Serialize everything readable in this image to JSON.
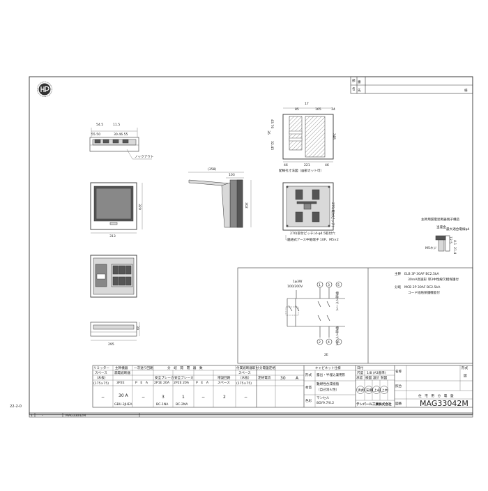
{
  "drawing": {
    "side_margin_code": "22-2-0",
    "revision_header": {
      "row1_label": "部",
      "row1_label_b": "番",
      "row2_label": "名",
      "row2_label_b": "先",
      "row2_value": "様"
    },
    "bottom_strip": {
      "c1": "1",
      "c2": "-",
      "c3": "MAG33042M"
    }
  },
  "dims": {
    "top_view": {
      "d1": "54.5",
      "d2": "11.5",
      "d3": "55.50",
      "d4": "30.46.55",
      "knockout": "ノックアウト"
    },
    "front_view": {
      "width": "313",
      "height": "320"
    },
    "side_view": {
      "d1": "(358)",
      "d2": "103",
      "height": "302"
    },
    "bottom_view": {
      "width": "295",
      "height": "30"
    },
    "ko_view": {
      "d1": "85",
      "d2": "17",
      "d3": "165",
      "d4": "34",
      "v1": "36",
      "v2": "43.76",
      "v3": "248",
      "v4": "32.45",
      "h1": "46",
      "h2": "221",
      "h3": "46",
      "caption": "配線孔寸法図（▨部カット可）"
    },
    "mount_view": {
      "d1": "275(取付ピッチ)",
      "d2": "270(取付ピッチ)",
      "holes": "4-φ4.5取付穴",
      "earth": "連絡式アース中継端子 10P、M5×2"
    },
    "terminal": {
      "title": "主幹用漏電遮断器端子構造",
      "l1": "当座金",
      "l2": "最大適合電線φ4",
      "l3": "M5ネジ",
      "d1": "12.5",
      "d2": "4.1",
      "d3": "21.4"
    }
  },
  "circuit": {
    "source": "1φ3W",
    "voltage": "100/200V",
    "node_top": [
      "1",
      "3",
      "5"
    ],
    "node_bottom": [
      "2",
      "4",
      "6"
    ],
    "space1": "増設スペース",
    "space2": "増設スペース",
    "label_2e": "2E"
  },
  "spec": {
    "main_label": "主幹",
    "main_line1": "ELB 3P 30AF BC2.5kA",
    "main_line2": "30mA高速形 単3中性線欠相保護付",
    "branch_label": "分岐",
    "branch_line1": "MCB 2P 30AF BC2.5kA",
    "branch_line2": "コード短絡保護機能付"
  },
  "table": {
    "h_limiter": "リミッター",
    "h_limiter_sub": "スペース",
    "h_limiter_sub2": "（木板）",
    "h_limiter_size": "(175×75)",
    "h_main": "主幹機器",
    "h_main_sub": "漏電遮断器",
    "h_main_code": "3P2E",
    "h_lightning": "一次送り回路",
    "h_pe": "P　E　A",
    "h_branch": "分　岐　開　閉　器　数",
    "h_b1": "安全ブレーカ",
    "h_b1_code": "2P1E 20A",
    "h_b2": "安全ブレーカ",
    "h_b2_code": "2P2E 20A",
    "h_b3": "P　E　A",
    "h_b4": "増設回路",
    "h_b4_sub": "スペース",
    "h_add": "付属遮断器取付",
    "h_add_sub": "スペース",
    "h_add_sub2": "（木板）",
    "h_add_size": "(175×75)",
    "h_rated": "分電盤定格",
    "h_rated_sub": "定格電流",
    "rated_value": "30",
    "rated_unit": "A",
    "h_cabinet": "キャビネット仕様",
    "cab_type_label": "形式",
    "cab_type_value": "露出・半埋込兼用形",
    "cab_mat_label": "材質",
    "cab_mat_value": "難燃性合成樹脂",
    "cab_mat_value2": "（自己消火性）",
    "cab_color_label": "色彩",
    "cab_color_value": "マンセル",
    "cab_color_value2": "8GY9.7/0.2",
    "date_label": "日付",
    "scale_label": "尺度",
    "scale_value": "1/8 (A3基準)",
    "check1": "承認",
    "check2": "検図",
    "check3": "設計",
    "check4": "製図",
    "seal1": "清井",
    "seal2": "安藤",
    "seal3": "上永",
    "seal4": "上木",
    "company": "テンパール工業株式会社",
    "name_label": "名称",
    "name_value": "住　宅　用　分　電　盤",
    "figno_label": "図番",
    "figno_value": "MAG33042M",
    "form_label": "図",
    "form_label2": "形式",
    "ref_label": "照合",
    "v_limiter": "−",
    "v_main": "30 A",
    "v_main_code": "GBU-3JHEA",
    "v_light": "−",
    "v_b1": "3",
    "v_b1_code": "BC-1NA",
    "v_b2": "1",
    "v_b2_code": "BC-2NA",
    "v_b3": "−",
    "v_b4": "2",
    "v_add": "−"
  }
}
